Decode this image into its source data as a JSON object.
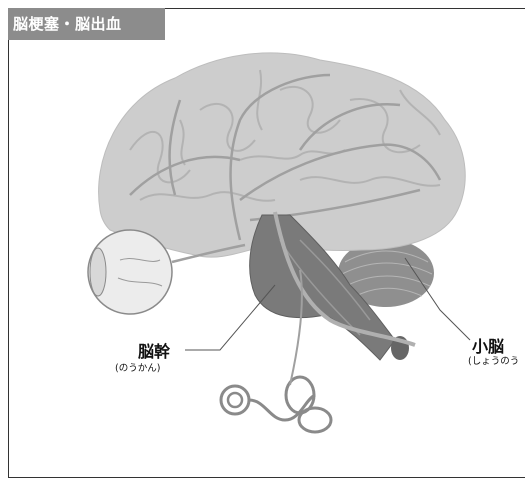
{
  "title": "脳梗塞・脳出血",
  "labels": {
    "brainstem": {
      "name": "脳幹",
      "reading": "(のうかん)"
    },
    "cerebellum": {
      "name": "小脳",
      "reading": "(しょうのう"
    }
  },
  "colors": {
    "tab_background": "#8c8c8c",
    "cerebrum_fill": "#cdcdcd",
    "cerebellum_fill": "#8f8f8f",
    "brainstem_fill": "#7a7a7a",
    "vessel_stroke": "#a0a0a0"
  }
}
